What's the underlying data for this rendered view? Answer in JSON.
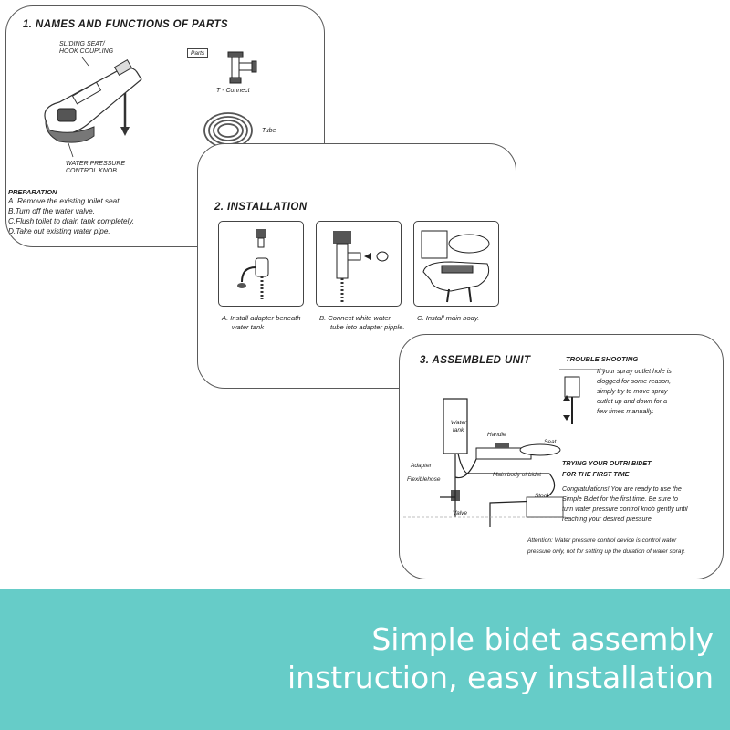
{
  "card1": {
    "title": "1. NAMES AND FUNCTIONS OF PARTS",
    "label_sliding_1": "SLIDING SEAT/",
    "label_sliding_2": "HOOK COUPLING",
    "label_knob_1": "WATER PRESSURE",
    "label_knob_2": "CONTROL KNOB",
    "parts_tag": "Parts",
    "label_tconnect": "T - Connect",
    "label_tube": "Tube",
    "prep_heading": "PREPARATION",
    "prep_steps": [
      "A. Remove the existing toilet seat.",
      "B.Turn off the water valve.",
      "C.Flush toilet to drain tank completely.",
      "D.Take out existing water pipe."
    ]
  },
  "card2": {
    "title": "2. INSTALLATION",
    "steps": [
      {
        "line1": "A.  Install adapter beneath",
        "line2": "water tank"
      },
      {
        "line1": "B.  Connect white water",
        "line2": "tube into adapter pipple."
      },
      {
        "line1": "C.  Install main body.",
        "line2": ""
      }
    ]
  },
  "card3": {
    "title": "3. ASSEMBLED UNIT",
    "labels": {
      "water_tank_1": "Water",
      "water_tank_2": "tank",
      "handle": "Handle",
      "seat": "Seat",
      "adapter": "Adapter",
      "flexiblehose": "Flexiblehose",
      "main_body": "Main body of bidet",
      "stool": "Stool",
      "valve": "Valve"
    },
    "trouble_heading": "TROUBLE SHOOTING",
    "trouble_lines": [
      "If your spray outlet hole is",
      "clogged for some reason,",
      "simply try to move spray",
      "outlet up and down for a",
      "few times manually."
    ],
    "trying_heading_1": "TRYING YOUR OUTRI BIDET",
    "trying_heading_2": "FOR THE FIRST TIME",
    "congrats_lines": [
      "Congratulations! You are ready to use the",
      "Simple  Bidet for the first time. Be sure to",
      "turn water pressure control knob gently until",
      "reaching your desired pressure."
    ],
    "attention_lines": [
      "Attention: Water pressure control device is control water",
      "pressure only, not for setting up the duration of water spray."
    ]
  },
  "banner": {
    "color": "#66ccc8",
    "caption_line1": "Simple bidet assembly",
    "caption_line2": "instruction, easy installation"
  }
}
